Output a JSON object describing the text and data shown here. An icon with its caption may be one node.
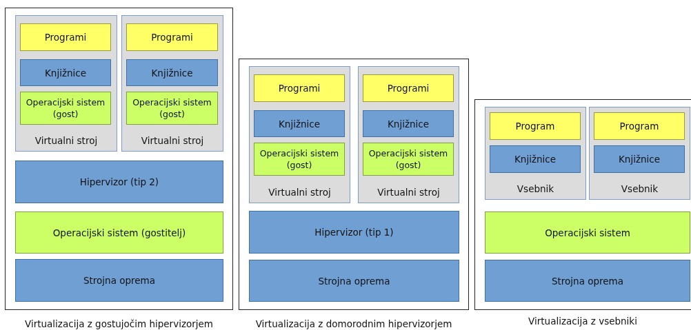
{
  "diagram": {
    "nodes": [
      {
        "text": [],
        "shape": "box",
        "beside": [
          "Virtualizacija z gostujočim hipervizorjem"
        ]
      },
      {
        "text": [
          "Virtualni stroj"
        ],
        "in": 0
      },
      {
        "text": [
          "Programi"
        ],
        "in": 1
      },
      {
        "text": [
          "Knjižnice"
        ],
        "in": 1
      },
      {
        "text": [
          "Operacijski sistem (gost)"
        ],
        "in": 1
      },
      {
        "text": [
          "Virtualni stroj"
        ],
        "in": 0
      },
      {
        "text": [
          "Programi"
        ],
        "in": 5
      },
      {
        "text": [
          "Knjižnice"
        ],
        "in": 5
      },
      {
        "text": [
          "Operacijski sistem (gost)"
        ],
        "in": 5
      },
      {
        "text": [
          "Hipervizor (tip 2)"
        ],
        "in": 0
      },
      {
        "text": [
          "Operacijski sistem (gostitelj)"
        ],
        "in": 0
      },
      {
        "text": [
          "Strojna oprema"
        ],
        "in": 0
      },
      {
        "text": [],
        "shape": "box",
        "beside": [
          "Virtualizacija z domorodnim hipervizorjem"
        ]
      },
      {
        "text": [
          "Virtualni stroj"
        ],
        "in": 12
      },
      {
        "text": [
          "Programi"
        ],
        "in": 13
      },
      {
        "text": [
          "Knjižnice"
        ],
        "in": 13
      },
      {
        "text": [
          "Operacijski sistem (gost)"
        ],
        "in": 13
      },
      {
        "text": [
          "Virtualni stroj"
        ],
        "in": 12
      },
      {
        "text": [
          "Programi"
        ],
        "in": 17
      },
      {
        "text": [
          "Knjižnice"
        ],
        "in": 17
      },
      {
        "text": [
          "Operacijski sistem (gost)"
        ],
        "in": 17
      },
      {
        "text": [
          "Hipervizor (tip 1)"
        ],
        "in": 12
      },
      {
        "text": [
          "Strojna oprema"
        ],
        "in": 12
      },
      {
        "text": [],
        "shape": "box",
        "beside": [
          "Virtualizacija z vsebniki"
        ]
      },
      {
        "text": [
          "Vsebnik"
        ],
        "in": 23
      },
      {
        "text": [
          "Program"
        ],
        "in": 24
      },
      {
        "text": [
          "Knjižnice"
        ],
        "in": 24
      },
      {
        "text": [
          "Vsebnik"
        ],
        "in": 23
      },
      {
        "text": [
          "Program"
        ],
        "in": 27
      },
      {
        "text": [
          "Knjižnice"
        ],
        "in": 27
      },
      {
        "text": [
          "Operacijski sistem"
        ],
        "in": 23
      },
      {
        "text": [
          "Strojna oprema"
        ],
        "in": 23
      }
    ]
  }
}
